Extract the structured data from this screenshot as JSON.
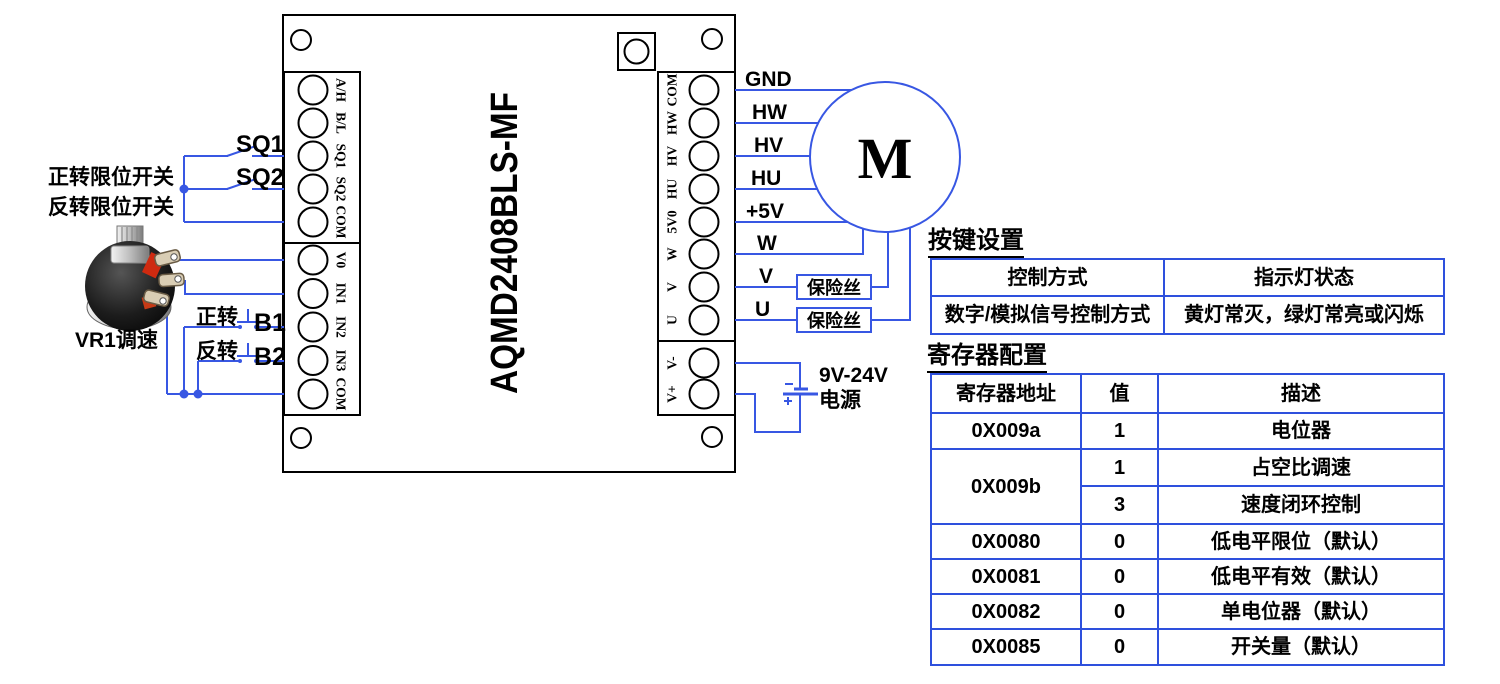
{
  "colors": {
    "wire_blue": "#3857e3",
    "table_border_blue": "#2e50dd",
    "text_black": "#000000"
  },
  "diagram": {
    "board": {
      "title": "AQMD2408BLS-MF",
      "left_top_terminals": [
        "A/H",
        "B/L",
        "SQ1",
        "SQ2",
        "COM"
      ],
      "left_bottom_terminals": [
        "V0",
        "IN1",
        "IN2",
        "IN3",
        "COM"
      ],
      "right_terminals": [
        "COM",
        "HW",
        "HV",
        "HU",
        "5V0",
        "W",
        "V",
        "U"
      ],
      "power_terminals": [
        "V-",
        "V+"
      ]
    },
    "motor_label": "M",
    "motor_wire_labels": [
      "GND",
      "HW",
      "HV",
      "HU",
      "+5V",
      "W",
      "V",
      "U"
    ],
    "fuse_label": "保险丝",
    "limit_switches": {
      "forward_label": "正转限位开关",
      "reverse_label": "反转限位开关",
      "sq1_label": "SQ1",
      "sq2_label": "SQ2"
    },
    "buttons": {
      "forward_label": "正转",
      "forward_name": "B1",
      "reverse_label": "反转",
      "reverse_name": "B2"
    },
    "potentiometer_label": "VR1调速",
    "power_supply": {
      "voltage": "9V-24V",
      "label": "电源"
    }
  },
  "key_settings": {
    "title": "按键设置",
    "headers": [
      "控制方式",
      "指示灯状态"
    ],
    "row": [
      "数字/模拟信号控制方式",
      "黄灯常灭，绿灯常亮或闪烁"
    ]
  },
  "registers": {
    "title": "寄存器配置",
    "headers": [
      "寄存器地址",
      "值",
      "描述"
    ],
    "rows": [
      {
        "addr": "0X009a",
        "val": "1",
        "desc": "电位器"
      },
      {
        "addr": "0X009b",
        "val": "1",
        "desc": "占空比调速"
      },
      {
        "val": "3",
        "desc": "速度闭环控制"
      },
      {
        "addr": "0X0080",
        "val": "0",
        "desc": "低电平限位（默认）"
      },
      {
        "addr": "0X0081",
        "val": "0",
        "desc": "低电平有效（默认）"
      },
      {
        "addr": "0X0082",
        "val": "0",
        "desc": "单电位器（默认）"
      },
      {
        "addr": "0X0085",
        "val": "0",
        "desc": "开关量（默认）"
      }
    ]
  }
}
